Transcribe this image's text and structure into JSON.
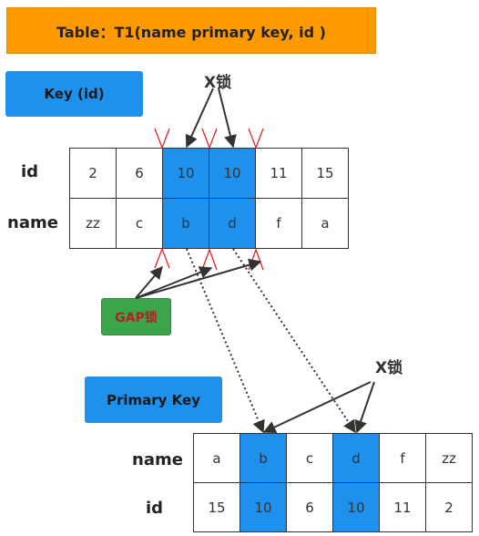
{
  "title": "Table：T1(name primary key, id )",
  "key_box": "Key (id)",
  "primary_key_box": "Primary Key",
  "gap_lock": "GAP锁",
  "x_lock_top": "X锁",
  "x_lock_bottom": "X锁",
  "index_table": {
    "row_labels": [
      "id",
      "name"
    ],
    "ids": [
      "2",
      "6",
      "10",
      "10",
      "11",
      "15"
    ],
    "names": [
      "zz",
      "c",
      "b",
      "d",
      "f",
      "a"
    ],
    "highlighted_columns": [
      2,
      3
    ]
  },
  "pk_table": {
    "row_labels": [
      "name",
      "id"
    ],
    "names": [
      "a",
      "b",
      "c",
      "d",
      "f",
      "zz"
    ],
    "ids": [
      "15",
      "10",
      "6",
      "10",
      "11",
      "2"
    ],
    "highlighted_columns": [
      1,
      3
    ]
  },
  "colors": {
    "banner": "#ff9900",
    "key_blue": "#1e90ee",
    "gap_green": "#3aa54a",
    "gap_text": "#b22222",
    "gap_marker": "#e0191b"
  }
}
